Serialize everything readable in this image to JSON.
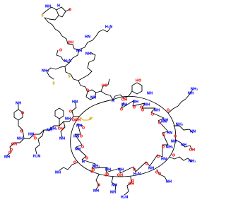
{
  "colors": {
    "background": "#ffffff",
    "bond": "#000000",
    "oxygen": "#ff0000",
    "nitrogen": "#0000ff",
    "sulfur": "#c8a000"
  },
  "atoms": [
    {
      "el": "S",
      "label": "S",
      "color": "sulfur"
    },
    {
      "el": "N",
      "label": "NH",
      "color": "nitrogen"
    },
    {
      "el": "N",
      "label": "H",
      "color": "nitrogen"
    },
    {
      "el": "O",
      "label": "O",
      "color": "oxygen"
    },
    {
      "el": "N",
      "label": "NH",
      "color": "nitrogen"
    },
    {
      "el": "O",
      "label": "O",
      "color": "oxygen"
    },
    {
      "el": "N",
      "label": "H₂N",
      "color": "nitrogen"
    },
    {
      "el": "N",
      "label": "HN",
      "color": "nitrogen"
    },
    {
      "el": "O",
      "label": "OH",
      "color": "oxygen"
    },
    {
      "el": "N",
      "label": "NH₂",
      "color": "nitrogen"
    },
    {
      "el": "S",
      "label": "S",
      "color": "sulfur"
    },
    {
      "el": "S",
      "label": "S",
      "color": "sulfur"
    },
    {
      "el": "S",
      "label": "S",
      "color": "sulfur"
    },
    {
      "el": "O",
      "label": "OH",
      "color": "oxygen"
    },
    {
      "el": "O",
      "label": "HO",
      "color": "oxygen"
    },
    {
      "el": "N",
      "label": "NH",
      "color": "nitrogen"
    },
    {
      "el": "N",
      "label": "H₂N",
      "color": "nitrogen"
    },
    {
      "el": "N",
      "label": "NH₂",
      "color": "nitrogen"
    },
    {
      "el": "O",
      "label": "O",
      "color": "oxygen"
    },
    {
      "el": "N",
      "label": "H",
      "color": "nitrogen"
    },
    {
      "el": "O",
      "label": "OH",
      "color": "oxygen"
    },
    {
      "el": "O",
      "label": "HO",
      "color": "oxygen"
    },
    {
      "el": "N",
      "label": "NH",
      "color": "nitrogen"
    },
    {
      "el": "O",
      "label": "O",
      "color": "oxygen"
    },
    {
      "el": "N",
      "label": "NH",
      "color": "nitrogen"
    },
    {
      "el": "N",
      "label": "NH₂",
      "color": "nitrogen"
    },
    {
      "el": "O",
      "label": "O",
      "color": "oxygen"
    },
    {
      "el": "N",
      "label": "HN",
      "color": "nitrogen"
    },
    {
      "el": "O",
      "label": "OH",
      "color": "oxygen"
    },
    {
      "el": "N",
      "label": "NH",
      "color": "nitrogen"
    },
    {
      "el": "O",
      "label": "O",
      "color": "oxygen"
    },
    {
      "el": "N",
      "label": "NH₂",
      "color": "nitrogen"
    },
    {
      "el": "O",
      "label": "O",
      "color": "oxygen"
    },
    {
      "el": "N",
      "label": "NH",
      "color": "nitrogen"
    },
    {
      "el": "O",
      "label": "O",
      "color": "oxygen"
    },
    {
      "el": "N",
      "label": "H₂N",
      "color": "nitrogen"
    },
    {
      "el": "O",
      "label": "O",
      "color": "oxygen"
    },
    {
      "el": "N",
      "label": "NH",
      "color": "nitrogen"
    },
    {
      "el": "O",
      "label": "O",
      "color": "oxygen"
    },
    {
      "el": "N",
      "label": "NH",
      "color": "nitrogen"
    },
    {
      "el": "O",
      "label": "O",
      "color": "oxygen"
    },
    {
      "el": "N",
      "label": "NH",
      "color": "nitrogen"
    },
    {
      "el": "O",
      "label": "O",
      "color": "oxygen"
    },
    {
      "el": "N",
      "label": "HN",
      "color": "nitrogen"
    },
    {
      "el": "O",
      "label": "O",
      "color": "oxygen"
    },
    {
      "el": "N",
      "label": "NH",
      "color": "nitrogen"
    },
    {
      "el": "O",
      "label": "OH",
      "color": "oxygen"
    },
    {
      "el": "N",
      "label": "H₂N",
      "color": "nitrogen"
    },
    {
      "el": "O",
      "label": "O",
      "color": "oxygen"
    },
    {
      "el": "N",
      "label": "NH",
      "color": "nitrogen"
    },
    {
      "el": "O",
      "label": "O",
      "color": "oxygen"
    },
    {
      "el": "N",
      "label": "NH",
      "color": "nitrogen"
    },
    {
      "el": "O",
      "label": "O",
      "color": "oxygen"
    },
    {
      "el": "N",
      "label": "NH",
      "color": "nitrogen"
    },
    {
      "el": "N",
      "label": "NH₂",
      "color": "nitrogen"
    },
    {
      "el": "O",
      "label": "O",
      "color": "oxygen"
    },
    {
      "el": "N",
      "label": "HN",
      "color": "nitrogen"
    },
    {
      "el": "O",
      "label": "O",
      "color": "oxygen"
    },
    {
      "el": "N",
      "label": "NH",
      "color": "nitrogen"
    },
    {
      "el": "O",
      "label": "OH",
      "color": "oxygen"
    },
    {
      "el": "O",
      "label": "O",
      "color": "oxygen"
    },
    {
      "el": "N",
      "label": "NH",
      "color": "nitrogen"
    },
    {
      "el": "O",
      "label": "O",
      "color": "oxygen"
    },
    {
      "el": "N",
      "label": "NH",
      "color": "nitrogen"
    },
    {
      "el": "O",
      "label": "O",
      "color": "oxygen"
    },
    {
      "el": "N",
      "label": "NH",
      "color": "nitrogen"
    },
    {
      "el": "O",
      "label": "O",
      "color": "oxygen"
    },
    {
      "el": "N",
      "label": "NH",
      "color": "nitrogen"
    },
    {
      "el": "O",
      "label": "O",
      "color": "oxygen"
    },
    {
      "el": "N",
      "label": "NH",
      "color": "nitrogen"
    },
    {
      "el": "O",
      "label": "O",
      "color": "oxygen"
    },
    {
      "el": "N",
      "label": "NH",
      "color": "nitrogen"
    },
    {
      "el": "O",
      "label": "O",
      "color": "oxygen"
    },
    {
      "el": "N",
      "label": "HN",
      "color": "nitrogen"
    },
    {
      "el": "O",
      "label": "O",
      "color": "oxygen"
    },
    {
      "el": "N",
      "label": "NH₂",
      "color": "nitrogen"
    },
    {
      "el": "O",
      "label": "O",
      "color": "oxygen"
    },
    {
      "el": "N",
      "label": "HN",
      "color": "nitrogen"
    },
    {
      "el": "O",
      "label": "O",
      "color": "oxygen"
    },
    {
      "el": "N",
      "label": "NH",
      "color": "nitrogen"
    },
    {
      "el": "O",
      "label": "O",
      "color": "oxygen"
    },
    {
      "el": "N",
      "label": "H₂N",
      "color": "nitrogen"
    },
    {
      "el": "O",
      "label": "O",
      "color": "oxygen"
    },
    {
      "el": "O",
      "label": "OH",
      "color": "oxygen"
    },
    {
      "el": "N",
      "label": "NH",
      "color": "nitrogen"
    },
    {
      "el": "O",
      "label": "O",
      "color": "oxygen"
    },
    {
      "el": "N",
      "label": "NH",
      "color": "nitrogen"
    },
    {
      "el": "O",
      "label": "O",
      "color": "oxygen"
    },
    {
      "el": "N",
      "label": "NH₂",
      "color": "nitrogen"
    },
    {
      "el": "N",
      "label": "H",
      "color": "nitrogen"
    },
    {
      "el": "O",
      "label": "O",
      "color": "oxygen"
    },
    {
      "el": "N",
      "label": "NH",
      "color": "nitrogen"
    },
    {
      "el": "O",
      "label": "O",
      "color": "oxygen"
    },
    {
      "el": "N",
      "label": "HN",
      "color": "nitrogen"
    },
    {
      "el": "O",
      "label": "O",
      "color": "oxygen"
    },
    {
      "el": "N",
      "label": "NH",
      "color": "nitrogen"
    },
    {
      "el": "O",
      "label": "O",
      "color": "oxygen"
    },
    {
      "el": "N",
      "label": "HN",
      "color": "nitrogen"
    },
    {
      "el": "N",
      "label": "NH₂",
      "color": "nitrogen"
    },
    {
      "el": "N",
      "label": "NH",
      "color": "nitrogen"
    },
    {
      "el": "O",
      "label": "O",
      "color": "oxygen"
    },
    {
      "el": "O",
      "label": "OH",
      "color": "oxygen"
    },
    {
      "el": "N",
      "label": "NH",
      "color": "nitrogen"
    },
    {
      "el": "O",
      "label": "O",
      "color": "oxygen"
    }
  ]
}
